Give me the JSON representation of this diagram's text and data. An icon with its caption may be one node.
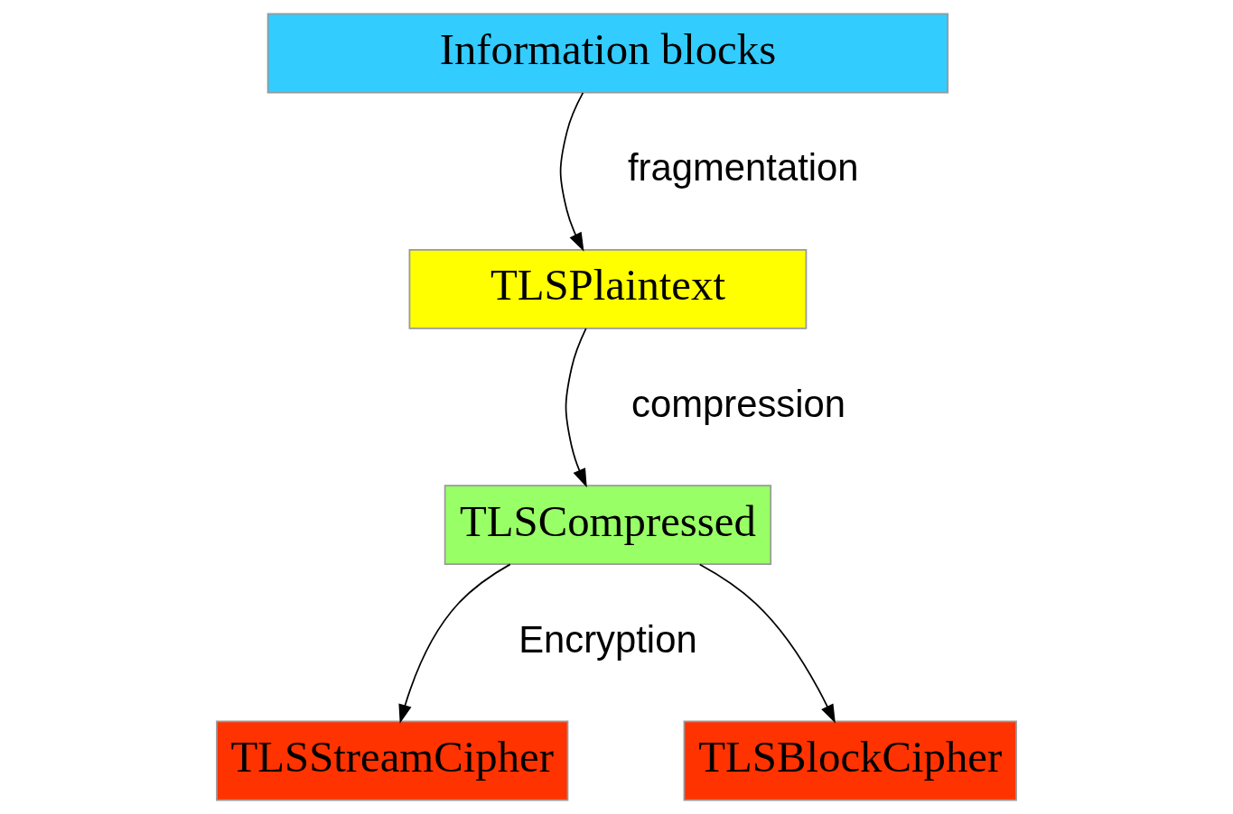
{
  "diagram": {
    "nodes": [
      {
        "text": [
          "Information blocks"
        ]
      },
      {
        "text": [
          "TLSPlaintext"
        ]
      },
      {
        "text": [
          "TLSCompressed"
        ]
      },
      {
        "text": [
          "TLSStreamCipher"
        ]
      },
      {
        "text": [
          "TLSBlockCipher"
        ]
      }
    ],
    "edges": [
      {
        "from": 0,
        "to": 1,
        "arrow": "to"
      },
      {
        "from": 1,
        "to": 2,
        "arrow": "to"
      },
      {
        "from": 2,
        "to": 3,
        "arrow": "to"
      },
      {
        "from": 2,
        "to": 4,
        "arrow": "to"
      }
    ],
    "labels": [
      "fragmentation",
      "compression",
      "Encryption"
    ]
  }
}
